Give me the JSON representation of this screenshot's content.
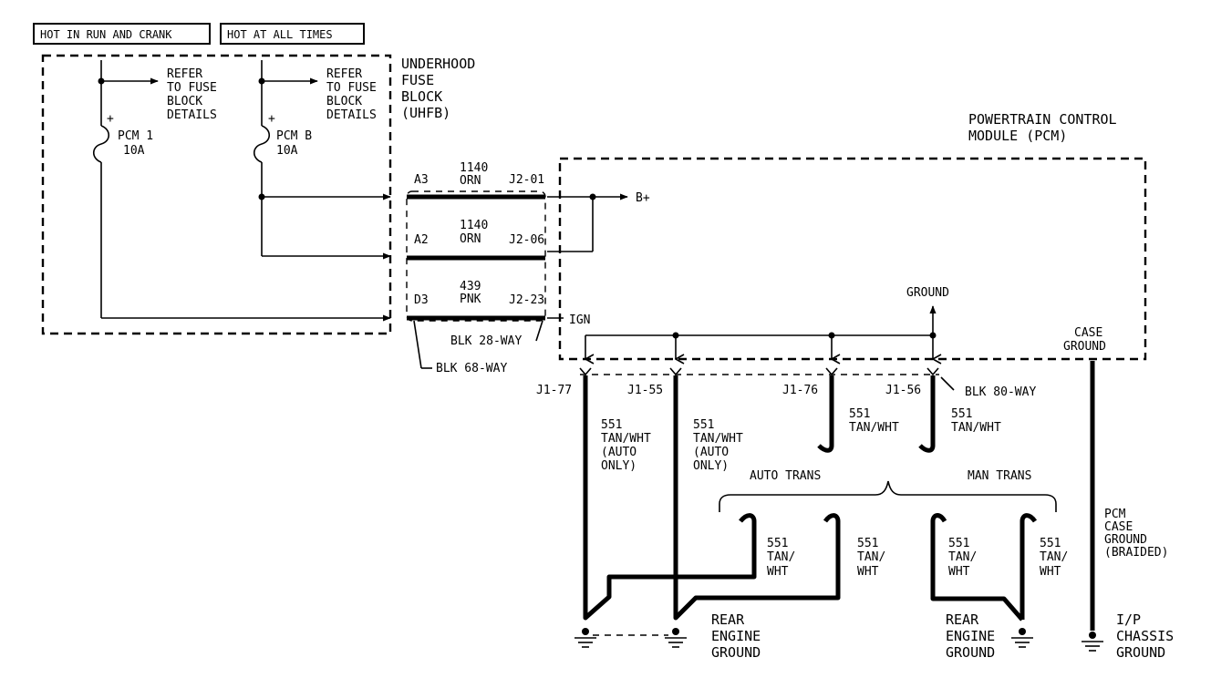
{
  "headers": {
    "hot_run_crank": "HOT IN RUN AND CRANK",
    "hot_all_times": "HOT AT ALL TIMES"
  },
  "fuse_block": {
    "title": [
      "UNDERHOOD",
      "FUSE",
      "BLOCK",
      "(UHFB)"
    ],
    "refer1": [
      "REFER",
      "TO FUSE",
      "BLOCK",
      "DETAILS"
    ],
    "refer2": [
      "REFER",
      "TO FUSE",
      "BLOCK",
      "DETAILS"
    ],
    "fuse1": {
      "name": "PCM 1",
      "rating": "10A"
    },
    "fuse2": {
      "name": "PCM B",
      "rating": "10A"
    }
  },
  "connector": {
    "pins_left": [
      "A3",
      "A2",
      "D3"
    ],
    "pins_right": [
      "J2-01",
      "J2-06",
      "J2-23"
    ],
    "circuits": [
      {
        "num": "1140",
        "color": "ORN"
      },
      {
        "num": "1140",
        "color": "ORN"
      },
      {
        "num": "439",
        "color": "PNK"
      }
    ],
    "blk28": "BLK 28-WAY",
    "blk68": "BLK 68-WAY"
  },
  "pcm": {
    "title": [
      "POWERTRAIN CONTROL",
      "MODULE (PCM)"
    ],
    "bplus": "B+",
    "ign": "IGN",
    "ground": "GROUND",
    "case_ground": [
      "CASE",
      "GROUND"
    ]
  },
  "lower": {
    "pins": [
      "J1-77",
      "J1-55",
      "J1-76",
      "J1-56"
    ],
    "blk80": "BLK 80-WAY",
    "wire_auto": [
      "551",
      "TAN/WHT",
      "(AUTO",
      "ONLY)"
    ],
    "wire_std": [
      "551",
      "TAN/WHT"
    ],
    "wire_split": [
      "551",
      "TAN/",
      "WHT"
    ],
    "auto_trans": "AUTO TRANS",
    "man_trans": "MAN TRANS",
    "pcm_case_ground": [
      "PCM",
      "CASE",
      "GROUND",
      "(BRAIDED)"
    ],
    "rear_engine_ground": [
      "REAR",
      "ENGINE",
      "GROUND"
    ],
    "ip_chassis_ground": [
      "I/P",
      "CHASSIS",
      "GROUND"
    ]
  }
}
